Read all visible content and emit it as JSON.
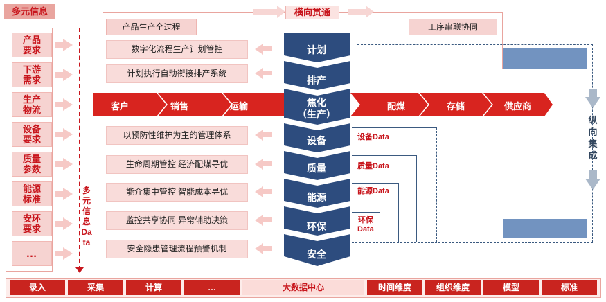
{
  "multi_info": {
    "title": "多元信息",
    "vertical_label": "多元信息 Data",
    "items": [
      "产品\n要求",
      "下游\n需求",
      "生产\n物流",
      "设备\n要求",
      "质量\n参数",
      "能源\n标准",
      "安环\n要求",
      "…"
    ]
  },
  "top": {
    "horizontal_label": "横向贯通",
    "left_label": "产品生产全过程",
    "right_label": "工序串联协同"
  },
  "text_boxes": [
    "数字化流程生产计划管控",
    "计划执行自动衔接排产系统",
    "以预防性维护为主的管理体系",
    "生命周期管控 经济配煤寻优",
    "能介集中管控 智能成本寻优",
    "监控共享协同 异常辅助决策",
    "安全隐患管理流程预警机制"
  ],
  "column": {
    "blocks": [
      "计划",
      "排产",
      "焦化\n（生产）",
      "设备",
      "质量",
      "能源",
      "环保",
      "安全"
    ]
  },
  "process_band": {
    "left": [
      "客户",
      "销售",
      "运输"
    ],
    "right": [
      "配煤",
      "存储",
      "供应商"
    ]
  },
  "data_labels": [
    "设备Data",
    "质量Data",
    "能源Data",
    "环保\nData"
  ],
  "right": {
    "vertical_label": "纵向集成",
    "top_box": "",
    "bottom_box": ""
  },
  "bottom_bar": {
    "cells": [
      "录入",
      "采集",
      "计算",
      "…",
      "大数据中心",
      "时间维度",
      "组织维度",
      "模型",
      "标准"
    ]
  },
  "colors": {
    "primary_red": "#c9241f",
    "light_red": "#f6d3d1",
    "navy": "#2d4c7e",
    "accent_blue": "#7293c0"
  }
}
